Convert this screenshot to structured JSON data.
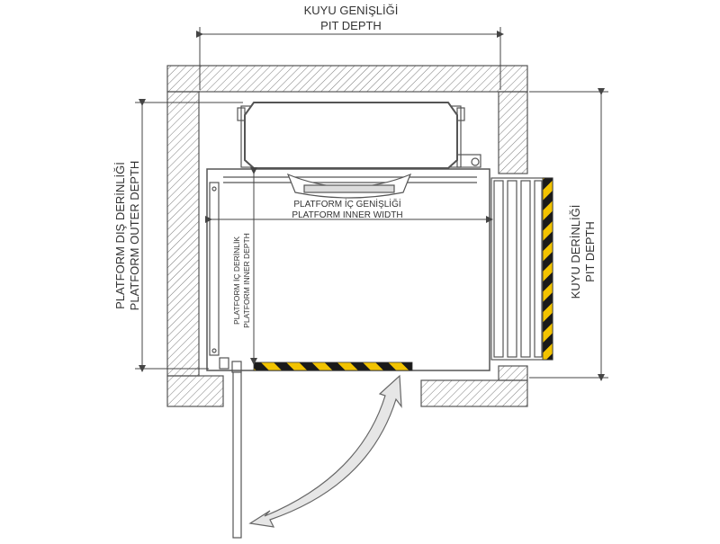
{
  "labels": {
    "pit_width_tr": "KUYU GENİŞLİĞİ",
    "pit_width_en": "PIT DEPTH",
    "platform_outer_depth_tr": "PLATFORM DIŞ DERİNLİĞİ",
    "platform_outer_depth_en": "PLATFORM OUTER DEPTH",
    "platform_inner_width_tr": "PLATFORM İÇ GENİŞLİĞİ",
    "platform_inner_width_en": "PLATFORM INNER WIDTH",
    "platform_inner_depth_tr": "PLATFORM İÇ DERİNLİK",
    "platform_inner_depth_en": "PLATFORM INNER DEPTH",
    "pit_depth_tr": "KUYU DERİNLİĞİ",
    "pit_depth_en": "PIT DEPTH"
  },
  "colors": {
    "line": "#555555",
    "hatch": "#6a6a6a",
    "safety_yellow": "#f2c300",
    "safety_black": "#1a1a1a",
    "arrow_fill": "#e6e6e6"
  }
}
